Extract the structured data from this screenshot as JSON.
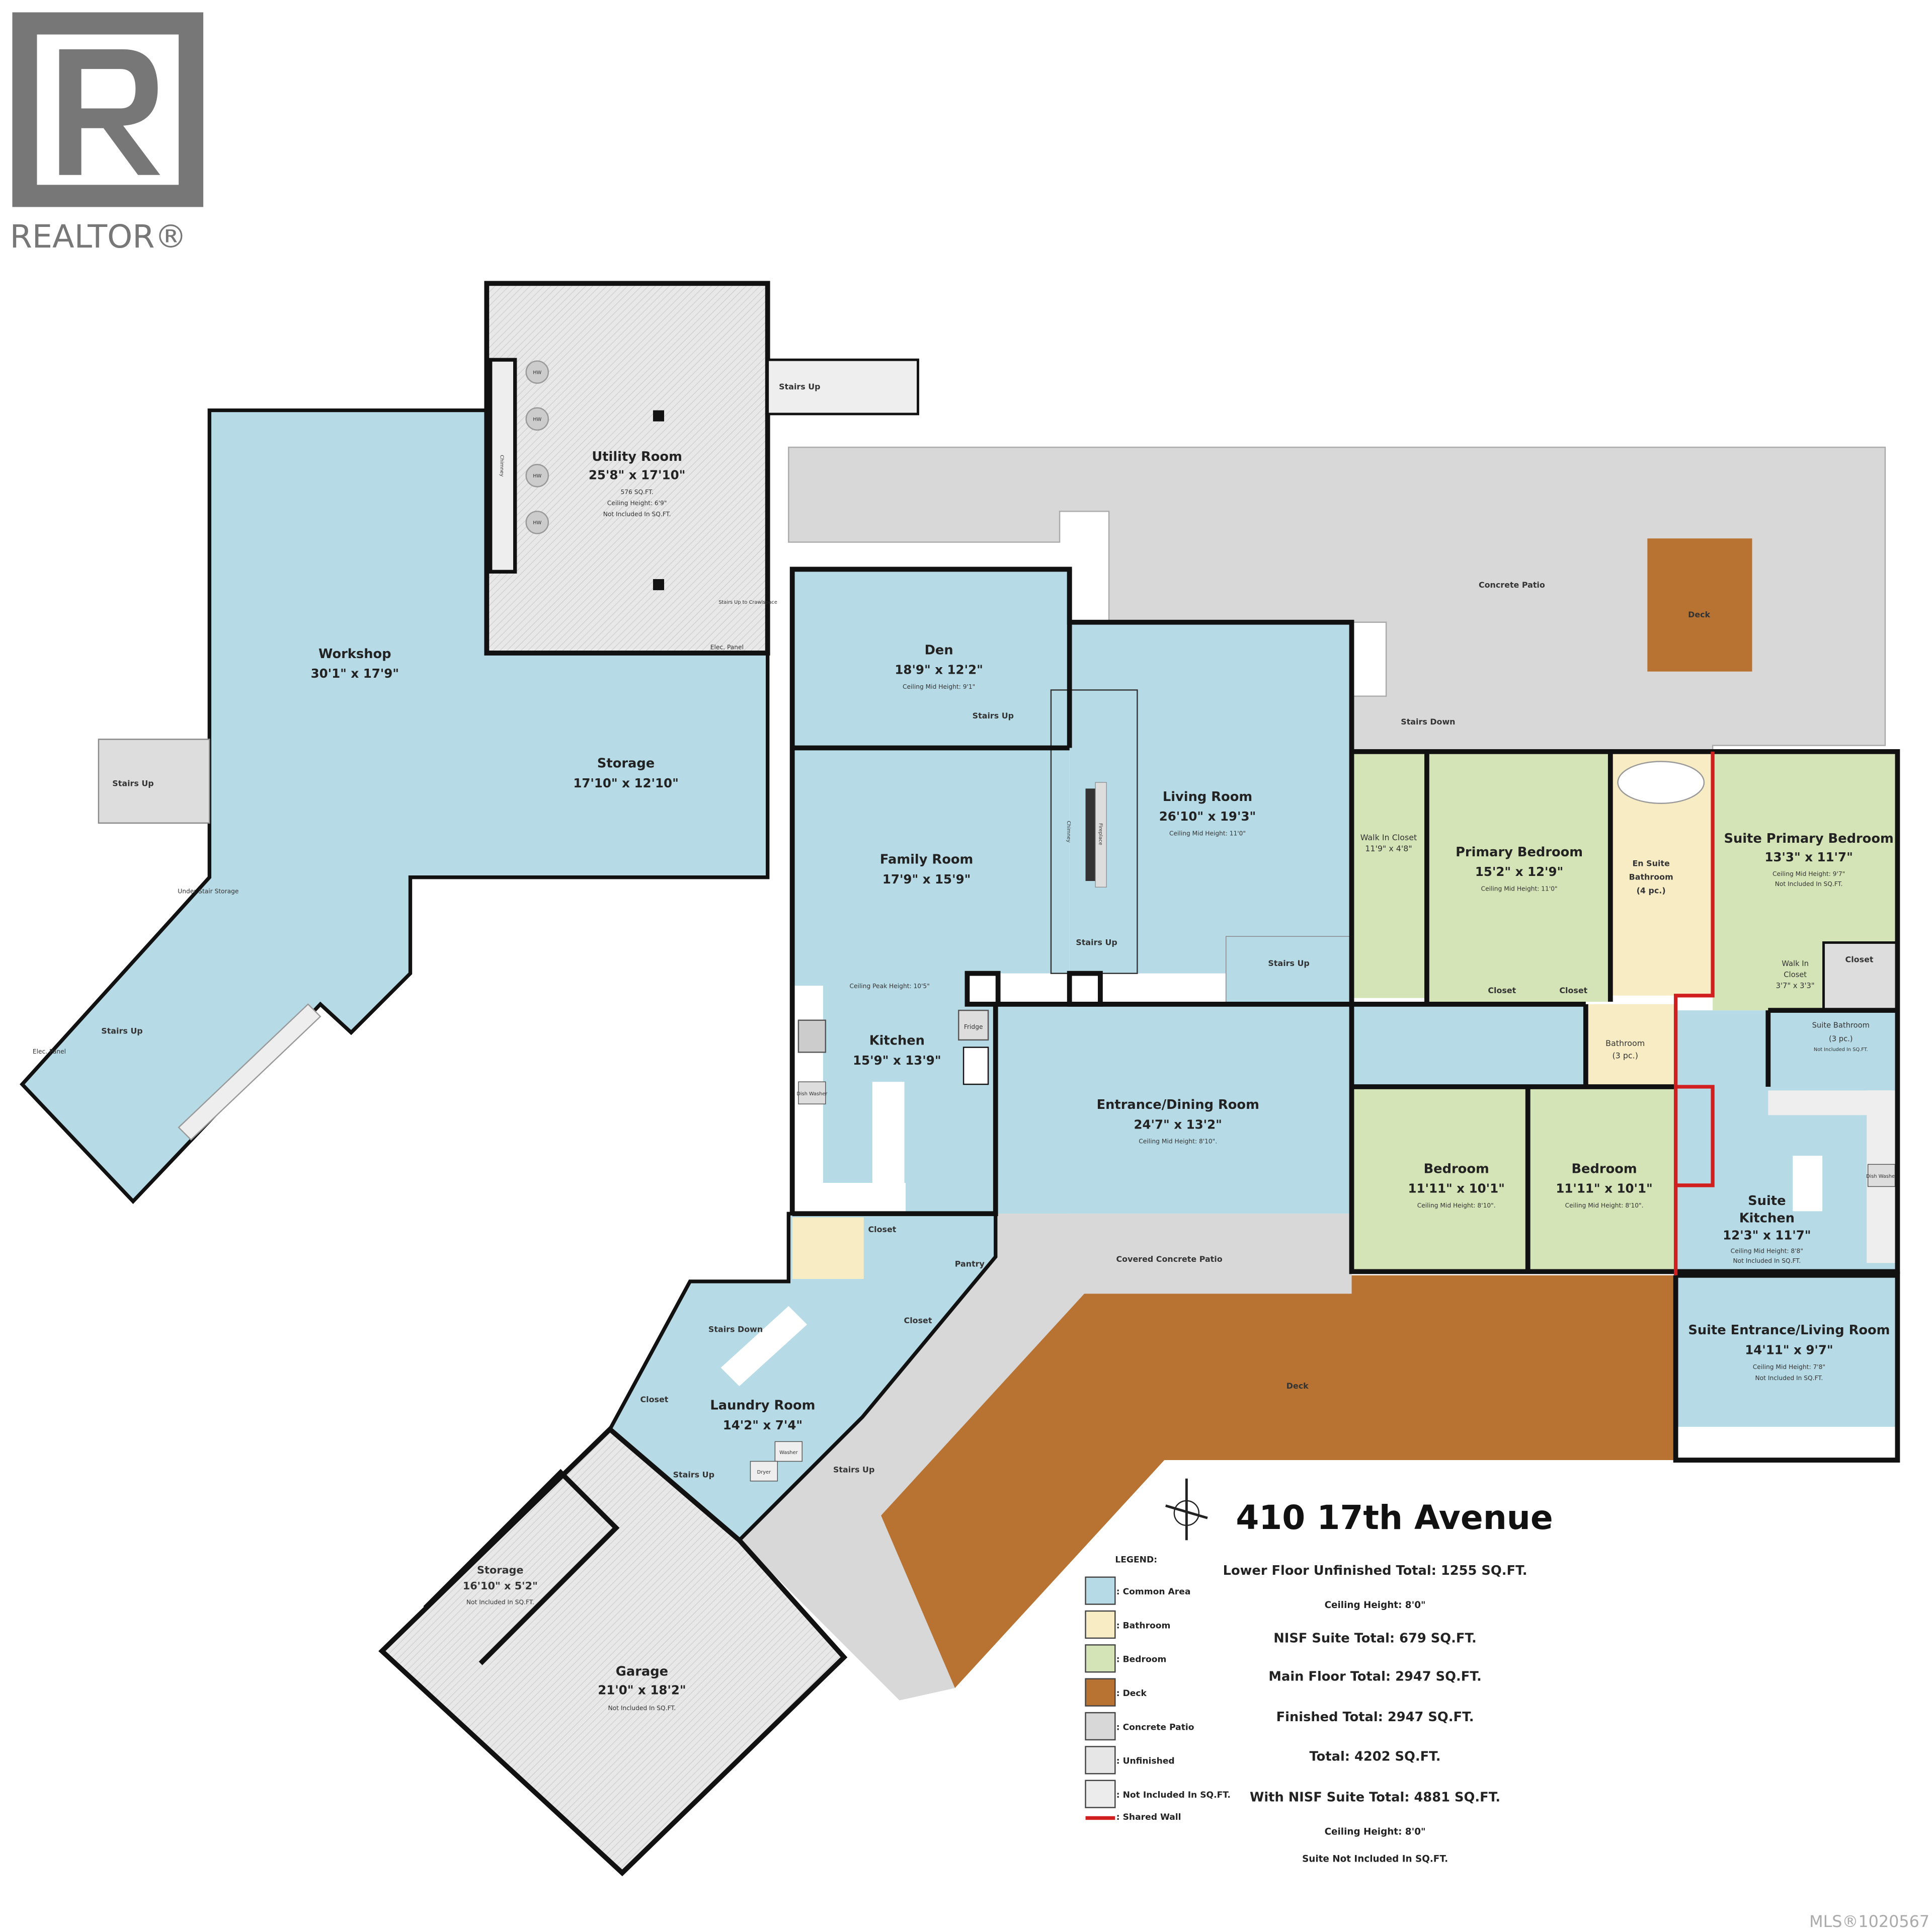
{
  "logo": {
    "text": "REALTOR®"
  },
  "colors": {
    "common_area": "#b7dbe6",
    "bathroom": "#f7ecc4",
    "bedroom": "#d4e4b6",
    "deck": "#b87333",
    "concrete_patio": "#d8d8d8",
    "unfinished": "#e6e6e6",
    "not_included": "#ececec",
    "shared_wall": "#d11f1f"
  },
  "title": "410 17th Avenue",
  "rooms": [
    {
      "name": "Utility Room",
      "dims": "25'8\" x 17'10\"",
      "notes": [
        "576 SQ.FT.",
        "Ceiling Height: 6'9\"",
        "Not Included In SQ.FT."
      ]
    },
    {
      "name": "Workshop",
      "dims": "30'1\" x 17'9\""
    },
    {
      "name": "Storage",
      "dims": "17'10\" x 12'10\""
    },
    {
      "name": "Den",
      "dims": "18'9\" x 12'2\"",
      "notes": [
        "Ceiling Mid Height: 9'1\""
      ]
    },
    {
      "name": "Living Room",
      "dims": "26'10\" x 19'3\"",
      "notes": [
        "Ceiling Mid Height: 11'0\""
      ]
    },
    {
      "name": "Family Room",
      "dims": "17'9\" x 15'9\"",
      "notes": [
        "Ceiling Peak Height: 10'5\""
      ]
    },
    {
      "name": "Kitchen",
      "dims": "15'9\" x 13'9\""
    },
    {
      "name": "Entrance/Dining Room",
      "dims": "24'7\" x 13'2\"",
      "notes": [
        "Ceiling Mid Height: 8'10\"."
      ]
    },
    {
      "name": "Walk In Closet",
      "dims": "11'9\" x 4'8\""
    },
    {
      "name": "Primary Bedroom",
      "dims": "15'2\" x 12'9\"",
      "notes": [
        "Ceiling Mid Height: 11'0\""
      ]
    },
    {
      "name": "En Suite",
      "dims": "Bathroom",
      "notes": [
        "(4 pc.)"
      ]
    },
    {
      "name": "Suite Primary Bedroom",
      "dims": "13'3\" x 11'7\"",
      "notes": [
        "Ceiling Mid Height: 9'7\"",
        "Not Included In SQ.FT."
      ]
    },
    {
      "name": "Walk In",
      "dims": "Closet",
      "notes": [
        "3'7\" x 3'3\""
      ]
    },
    {
      "name": "Suite Bathroom",
      "dims": "(3 pc.)",
      "notes": [
        "Not Included In SQ.FT."
      ]
    },
    {
      "name": "Bathroom",
      "dims": "(3 pc.)"
    },
    {
      "name": "Bedroom",
      "dims": "11'11\" x 10'1\"",
      "notes": [
        "Ceiling Mid Height: 8'10\"."
      ]
    },
    {
      "name": "Bedroom",
      "dims": "11'11\" x 10'1\"",
      "notes": [
        "Ceiling Mid Height: 8'10\"."
      ]
    },
    {
      "name": "Suite",
      "dims": "Kitchen",
      "notes": [
        "12'3\" x 11'7\"",
        "Ceiling Mid Height: 8'8\"",
        "Not Included In SQ.FT."
      ]
    },
    {
      "name": "Suite Entrance/Living Room",
      "dims": "14'11\" x 9'7\"",
      "notes": [
        "Ceiling Mid Height: 7'8\"",
        "Not Included In SQ.FT."
      ]
    },
    {
      "name": "Laundry Room",
      "dims": "14'2\" x 7'4\""
    },
    {
      "name": "Storage",
      "dims": "16'10\" x 5'2\"",
      "notes": [
        "Not Included In SQ.FT."
      ]
    },
    {
      "name": "Garage",
      "dims": "21'0\" x 18'2\"",
      "notes": [
        "Not Included In SQ.FT."
      ]
    }
  ],
  "labels": {
    "concrete_patio": "Concrete Patio",
    "deck": "Deck",
    "covered_patio": "Covered Concrete Patio",
    "stairs_up": "Stairs Up",
    "stairs_down": "Stairs Down",
    "closet": "Closet",
    "pantry": "Pantry",
    "chimney": "Chimney",
    "fireplace": "Fireplace",
    "fridge": "Fridge",
    "dishwasher": "Dish Washer",
    "washer": "Washer",
    "dryer": "Dryer",
    "under_stair": "Under Stair Storage",
    "elec_panel": "Elec. Panel",
    "crawlspace": "Stairs Up to Crawlspace",
    "hw": "HW"
  },
  "legend": {
    "heading": "LEGEND:",
    "items": [
      {
        "label": ": Common Area",
        "color": "#b7dbe6"
      },
      {
        "label": ": Bathroom",
        "color": "#f7ecc4"
      },
      {
        "label": ": Bedroom",
        "color": "#d4e4b6"
      },
      {
        "label": ": Deck",
        "color": "#b87333"
      },
      {
        "label": ": Concrete Patio",
        "color": "#d8d8d8"
      },
      {
        "label": ": Unfinished",
        "color": "#e6e6e6"
      },
      {
        "label": ": Not Included In SQ.FT.",
        "color": "#ececec"
      },
      {
        "label": ": Shared Wall",
        "color": "#d11f1f"
      }
    ]
  },
  "stats": {
    "lower_floor": "Lower Floor Unfinished Total: 1255 SQ.FT.",
    "lower_ceiling": "Ceiling Height: 8'0\"",
    "nisf_suite": "NISF Suite Total: 679 SQ.FT.",
    "main_floor": "Main Floor Total: 2947 SQ.FT.",
    "finished": "Finished Total: 2947 SQ.FT.",
    "total": "Total: 4202 SQ.FT.",
    "with_nisf": "With NISF Suite Total: 4881 SQ.FT.",
    "main_ceiling": "Ceiling Height: 8'0\"",
    "suite_note": "Suite Not Included In SQ.FT."
  },
  "mls": "MLS®1020567"
}
